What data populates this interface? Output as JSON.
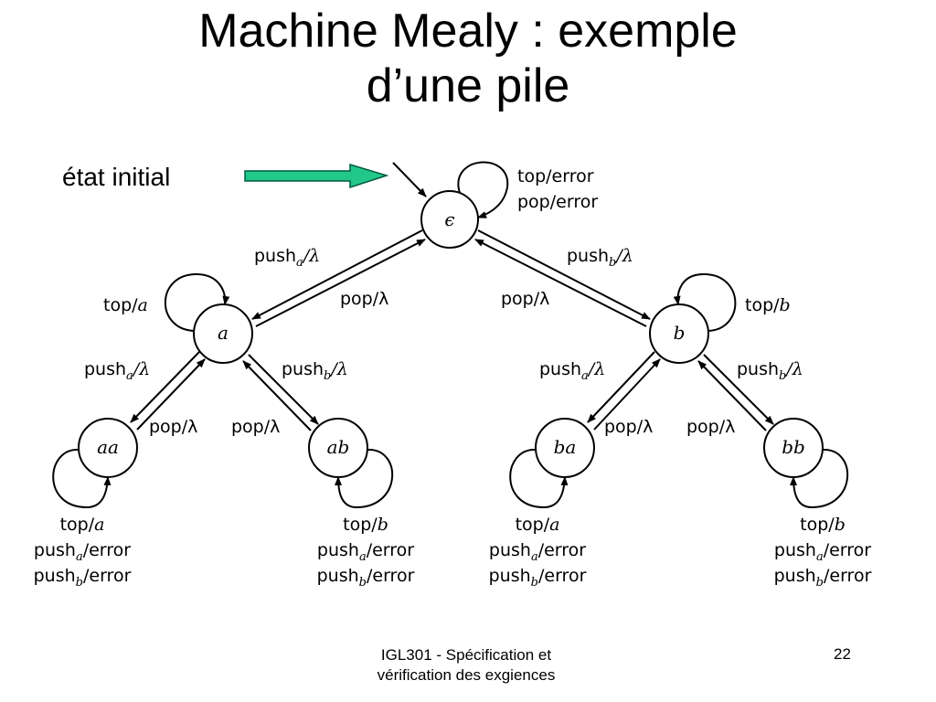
{
  "slide": {
    "title_line1": "Machine Mealy : exemple",
    "title_line2": "d’une pile",
    "side_label": "état initial",
    "footer_line1": "IGL301 - Spécification et",
    "footer_line2": "vérification des exgiences",
    "page_number": "22"
  },
  "colors": {
    "arrow_fill": "#22c88a",
    "arrow_stroke": "#005a3c"
  },
  "diagram": {
    "nodes": {
      "eps": "ϵ",
      "a": "a",
      "b": "b",
      "aa": "aa",
      "ab": "ab",
      "ba": "ba",
      "bb": "bb"
    },
    "edge_labels": {
      "eps_loop_1": "top/error",
      "eps_loop_2": "pop/error",
      "push": "push",
      "sub_a": "a",
      "sub_b": "b",
      "slash_lambda": "/λ",
      "pop_lambda": "pop/λ",
      "top": "top/",
      "error_suffix": "/error"
    }
  }
}
